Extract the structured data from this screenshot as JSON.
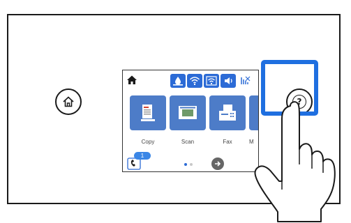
{
  "device": {
    "home_button_icon": "home-icon",
    "help_button_icon": "help-icon",
    "help_symbol": "?",
    "highlight_color": "#1f6fe0"
  },
  "screen": {
    "status_icons": [
      "ink-icon",
      "wifi-icon",
      "wifi-direct-icon",
      "sound-icon",
      "signal-off-icon"
    ],
    "tiles": [
      {
        "label": "Copy",
        "icon": "copy-icon"
      },
      {
        "label": "Scan",
        "icon": "scan-icon"
      },
      {
        "label": "Fax",
        "icon": "fax-icon"
      },
      {
        "label": "M",
        "icon": "more-icon"
      }
    ],
    "fax_badge": "1",
    "page_indicator": {
      "current": 1,
      "total": 2
    },
    "tile_color": "#4d7cc8",
    "status_color": "#2c6bd6"
  }
}
